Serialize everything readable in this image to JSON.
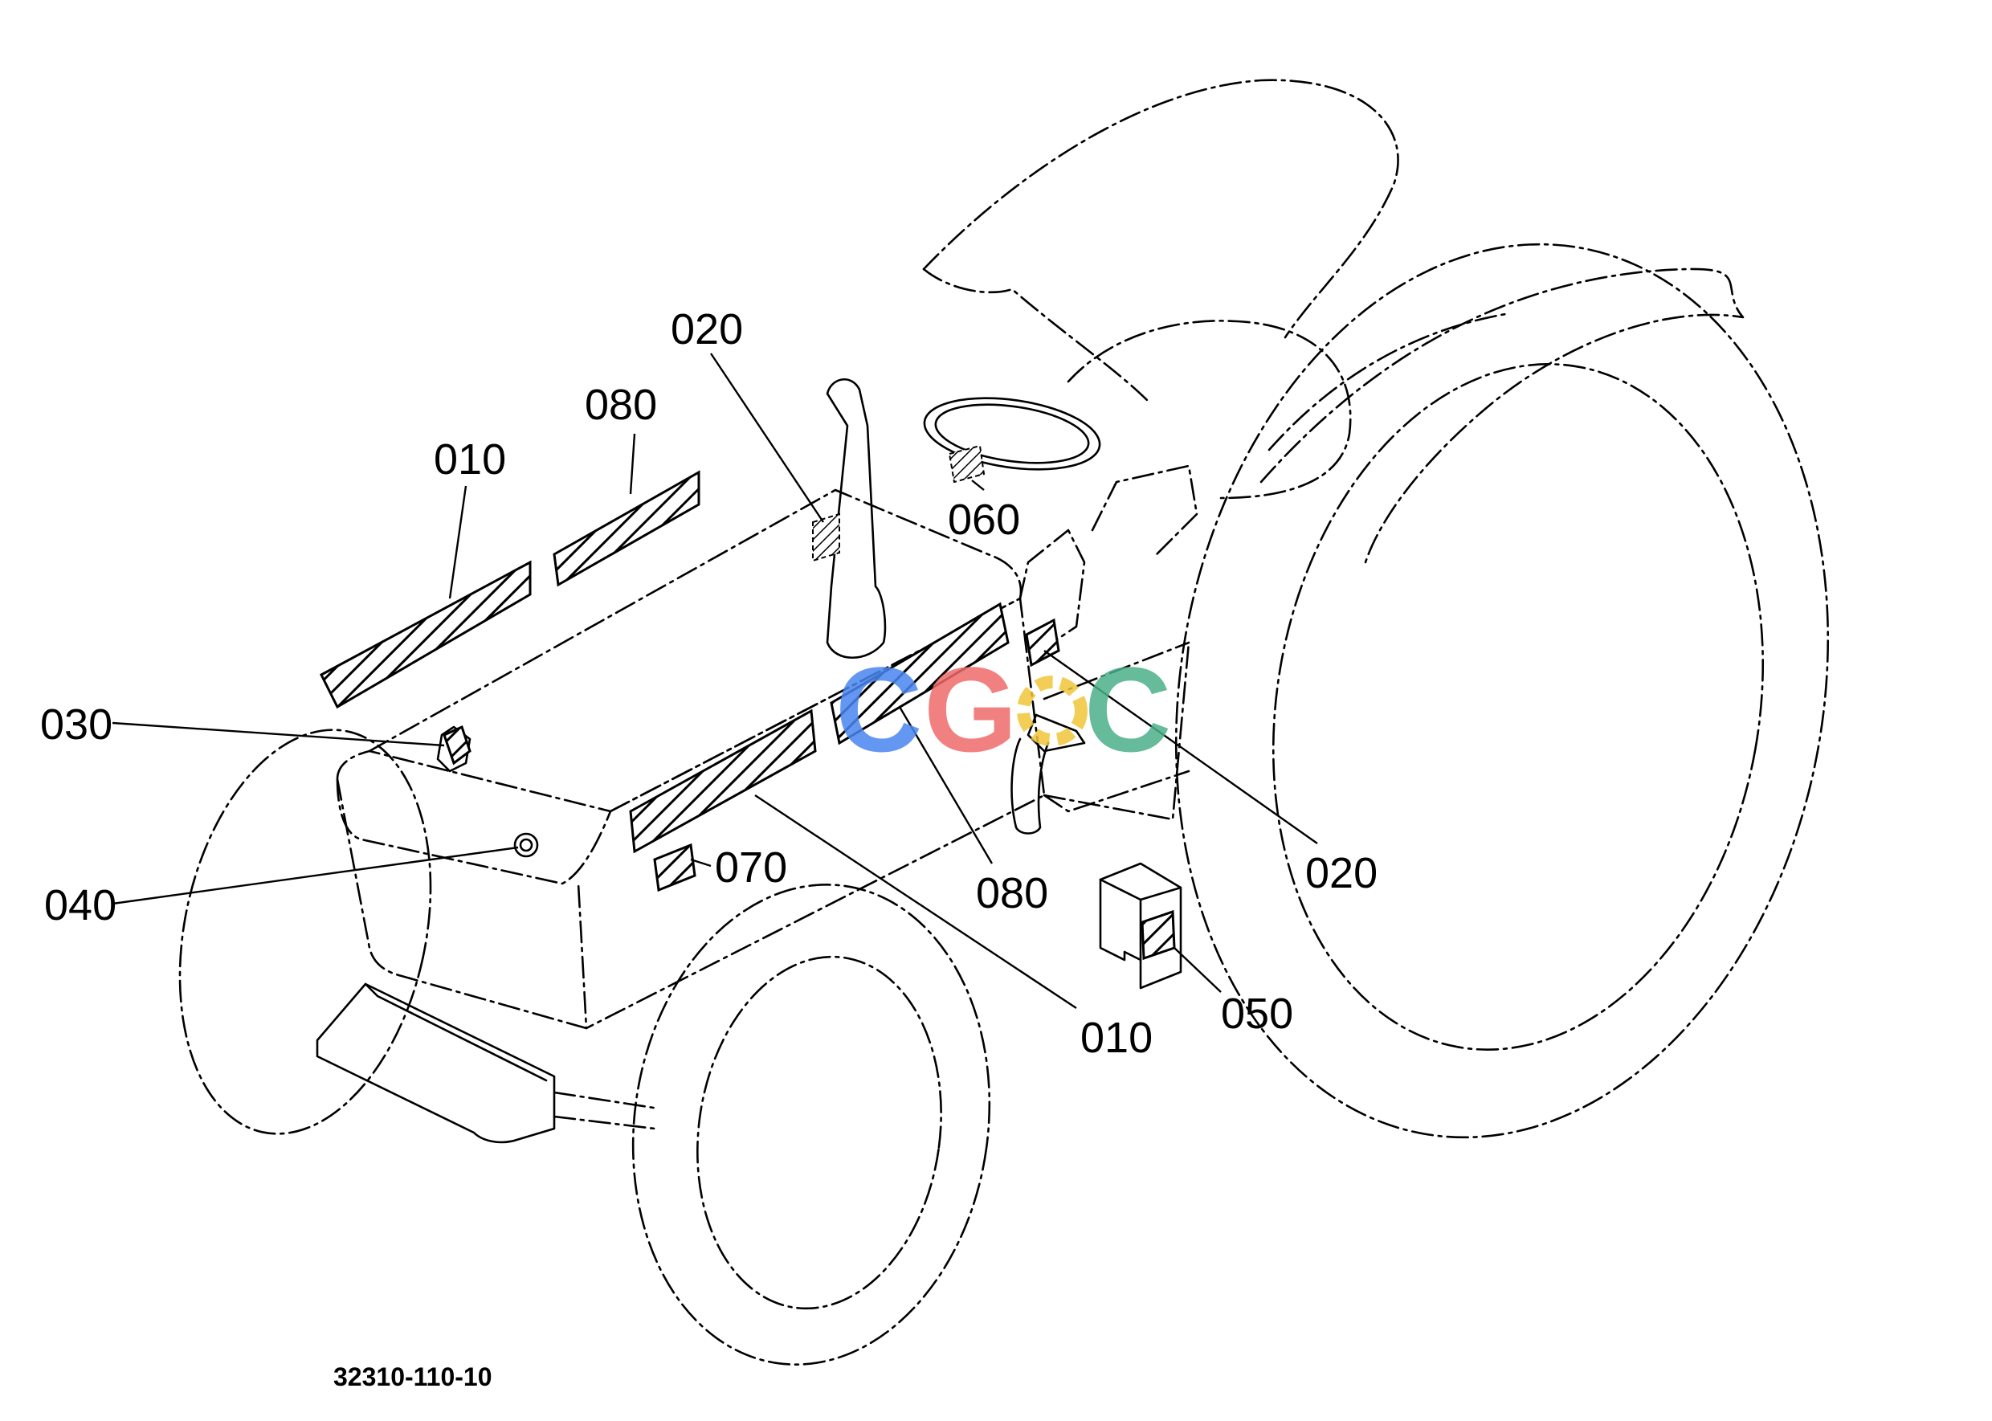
{
  "drawing_number": "32310-110-10",
  "callouts": {
    "c010_top": "010",
    "c080_top": "080",
    "c020_top": "020",
    "c060": "060",
    "c030": "030",
    "c040": "040",
    "c070": "070",
    "c080_side": "080",
    "c010_side": "010",
    "c020_side": "020",
    "c050": "050"
  },
  "watermark": {
    "letters": [
      "C",
      "G",
      "C"
    ],
    "colors": [
      "#4a86f0",
      "#ef6a6a",
      "#f0c63a",
      "#4cb08a"
    ]
  }
}
